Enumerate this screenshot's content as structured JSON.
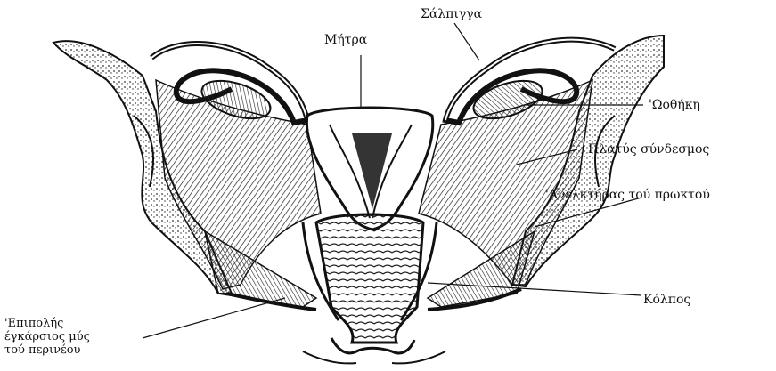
{
  "labels": {
    "uterus": "Μήτρα",
    "fallopian_tube": "Σάλπιγγα",
    "ovary": "'Ωοθήκη",
    "broad_ligament": "Πλατύς σύνδεσμος",
    "levator_ani": "'Ανελκτήρας τού πρωκτού",
    "vagina": "Κόλπος",
    "perineal_muscle": [
      "'Επιπολής",
      "έγκάρσιος μύς",
      "τού περινέου"
    ]
  },
  "colors": {
    "ink": "#111111",
    "paper": "#ffffff"
  }
}
